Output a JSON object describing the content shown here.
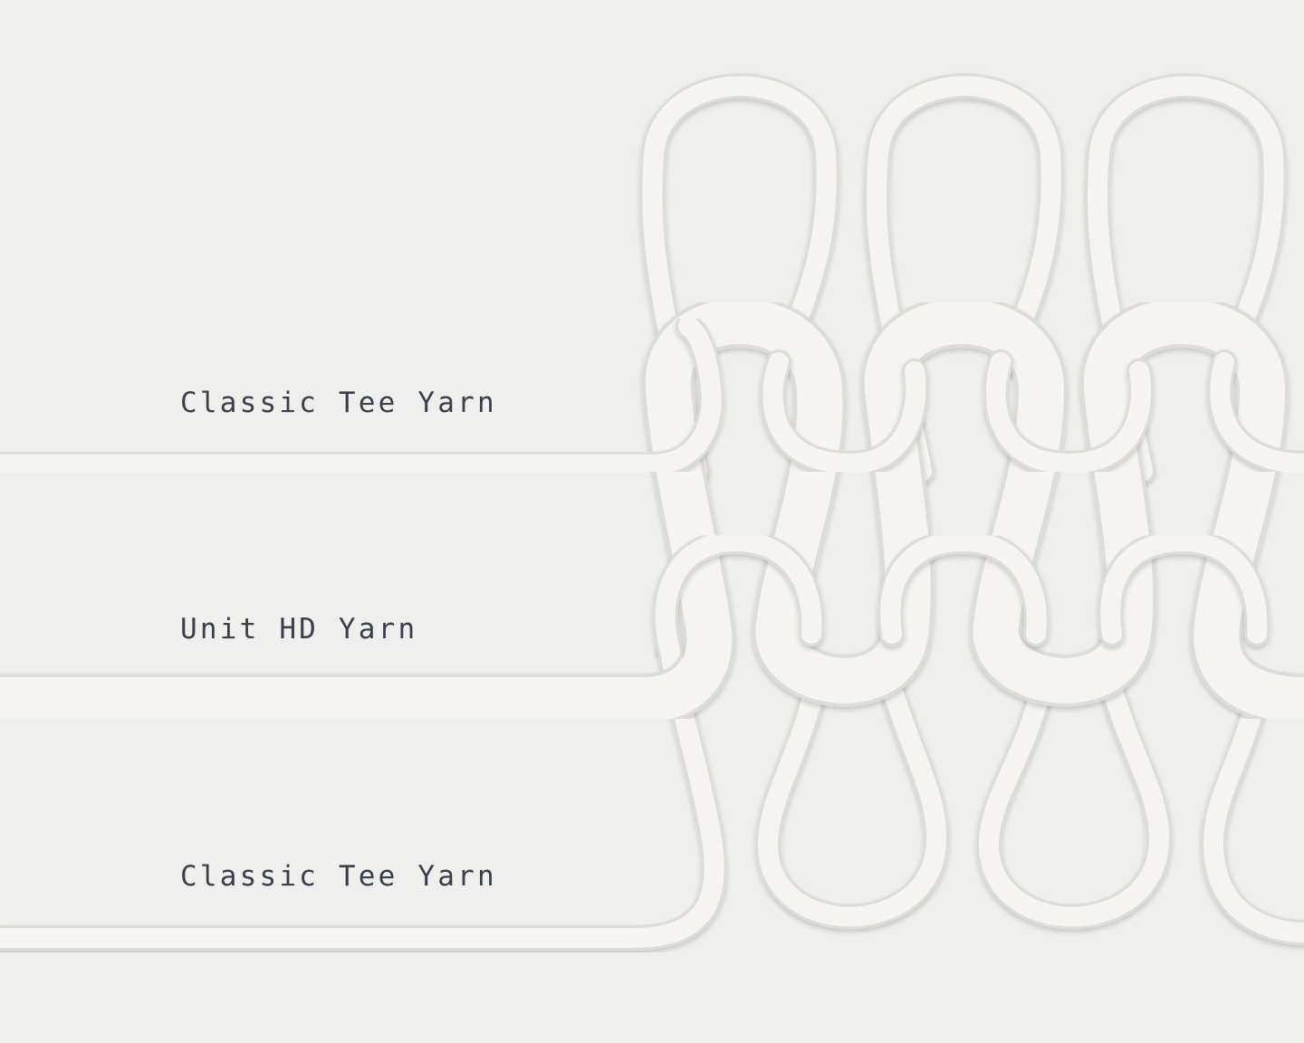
{
  "labels": [
    {
      "text": "Classic Tee Yarn"
    },
    {
      "text": "Unit HD Yarn"
    },
    {
      "text": "Classic Tee Yarn"
    }
  ],
  "colors": {
    "background": "#efefed",
    "yarn": "#f5f4f2",
    "yarn_shadow": "#dddcd8",
    "label_text": "#3a3f4c"
  },
  "illustration": {
    "subject": "knit-stitch-diagram",
    "rows": 3,
    "loops_per_row": 3
  }
}
